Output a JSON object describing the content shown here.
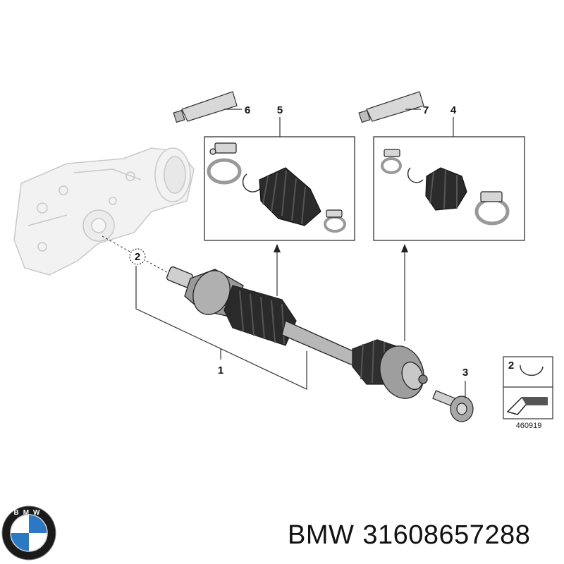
{
  "callouts": {
    "c1": "1",
    "c2": "2",
    "c3": "3",
    "c4": "4",
    "c5": "5",
    "c6": "6",
    "c7": "7"
  },
  "legend": {
    "item": "2",
    "diagram_number": "460919"
  },
  "footer": {
    "brand": "BMW",
    "part_number": "31608657288"
  },
  "logo": {
    "text": "BMW",
    "colors": {
      "ring": "#1a1a1a",
      "blue": "#2b78c4",
      "white": "#ffffff"
    }
  }
}
